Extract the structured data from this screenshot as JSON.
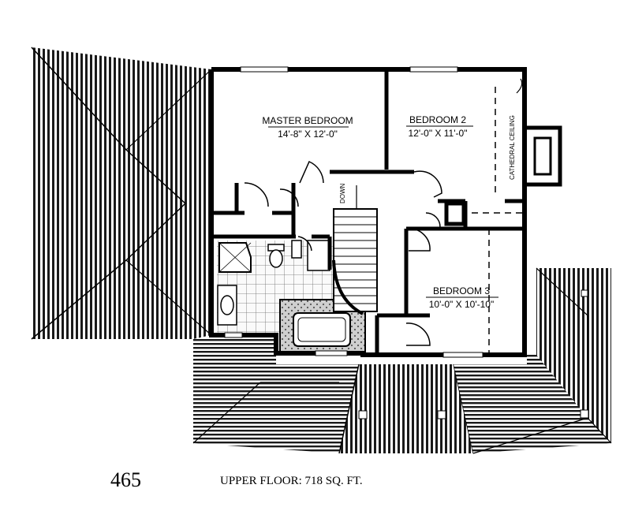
{
  "rooms": {
    "master": {
      "name": "MASTER BEDROOM",
      "size": "14'-8\" X 12'-0\""
    },
    "bedroom2": {
      "name": "BEDROOM 2",
      "size": "12'-0\" X 11'-0\""
    },
    "bedroom3": {
      "name": "BEDROOM 3",
      "size": "10'-0\" X 10'-10\""
    }
  },
  "labels": {
    "stair": "DOWN",
    "ceiling": "CATHEDRAL CEILING"
  },
  "caption": {
    "plan_number": "465",
    "floor_label": "UPPER FLOOR: 718 SQ. FT."
  }
}
